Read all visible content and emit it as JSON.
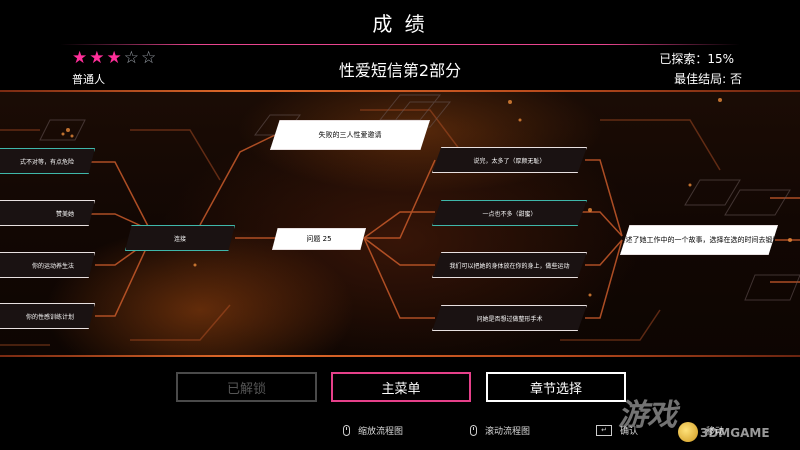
{
  "header": {
    "title": "成 绩",
    "rating": {
      "filled": 3,
      "total": 5
    },
    "rank": "普通人",
    "chapter": "性爱短信第2部分",
    "explored": "已探索：15%",
    "best_ending": "最佳结局: 否"
  },
  "nodes": {
    "n_left1": "式不对等，有点危险",
    "n_left2": "赞美她",
    "n_left3": "你的运动养生法",
    "n_left4": "你的性感训练计划",
    "n_connect": "连接",
    "n_failed": "失败的三人性爱邀请",
    "n_question": "问题 25",
    "n_r1": "说完，太多了（厚颜无耻）",
    "n_r2": "一点也不多（甜蜜）",
    "n_r3": "我们可以把她的身体放在你的身上，做些运动",
    "n_r4": "问她是否想过做整形手术",
    "n_far": "她讲述了她工作中的一个故事，选择在选的时间去锻炼她"
  },
  "buttons": {
    "unlocked": "已解锁",
    "main_menu": "主菜单",
    "chapter_select": "章节选择"
  },
  "hints": {
    "zoom": "缩放流程图",
    "scroll": "滚动流程图",
    "confirm": "确认",
    "move": "移动"
  },
  "watermark": {
    "main": "游戏",
    "sub": "3DMGAME"
  },
  "colors": {
    "accent": "#e6408a",
    "teal": "#3fb7aa",
    "wire": "#c85a2a"
  }
}
